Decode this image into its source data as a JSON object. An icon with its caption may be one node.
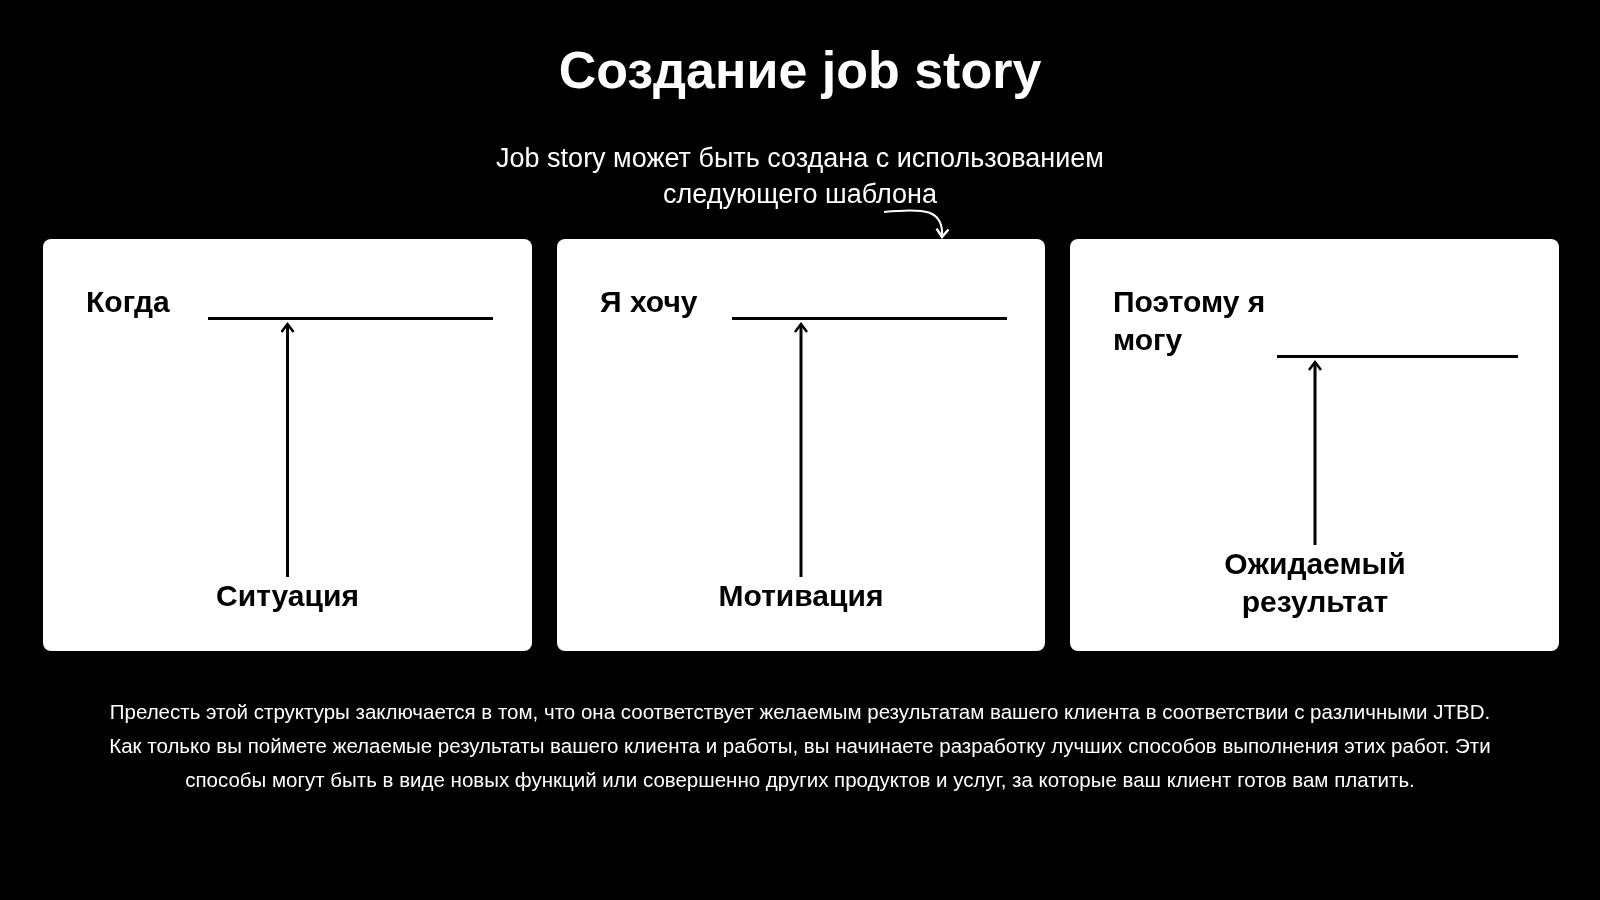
{
  "diagram": {
    "title": "Создание job story",
    "caption": "Прелесть этой структуры заключается в том, что она соответствует желаемым результатам вашего клиента в соответствии с различными JTBD. Как только вы поймете желаемые результаты вашего клиента и работы, вы начинаете разработку лучших способов выполнения этих работ. Эти способы могут быть в виде новых функций или совершенно других продуктов и услуг, за которые ваш клиент готов вам платить.",
    "nodes": [
      {
        "text": [
          "Job story может быть создана с использованием следующего шаблона"
        ]
      },
      {
        "text": [
          "Когда"
        ]
      },
      {
        "text": [],
        "shape": "line",
        "in": 1
      },
      {
        "text": [
          "Ситуация"
        ],
        "in": 1
      },
      {
        "text": [
          "Я хочу"
        ]
      },
      {
        "text": [],
        "shape": "line",
        "in": 4
      },
      {
        "text": [
          "Мотивация"
        ],
        "in": 4
      },
      {
        "text": [
          "Поэтому я могу"
        ]
      },
      {
        "text": [],
        "shape": "line",
        "in": 7
      },
      {
        "text": [
          "Ожидаемый результат"
        ],
        "in": 7
      }
    ],
    "edges": [
      {
        "from": 0,
        "to": 4,
        "arrow": "to",
        "color": "#ffffff"
      },
      {
        "from": 3,
        "to": 2,
        "arrow": "to"
      },
      {
        "from": 6,
        "to": 5,
        "arrow": "to"
      },
      {
        "from": 9,
        "to": 8,
        "arrow": "to"
      }
    ]
  }
}
